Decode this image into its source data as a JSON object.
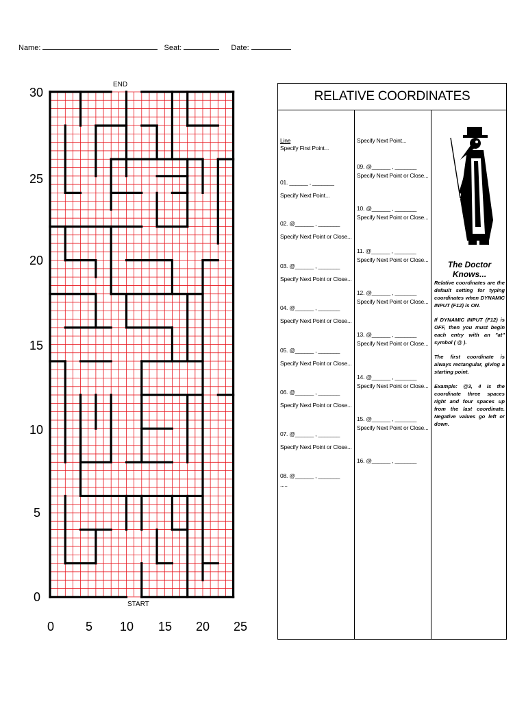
{
  "header": {
    "name_label": "Name:",
    "seat_label": "Seat:",
    "date_label": "Date:"
  },
  "maze": {
    "end_label": "END",
    "start_label": "START",
    "y_ticks": [
      "30",
      "25",
      "20",
      "15",
      "10",
      "5",
      "0"
    ],
    "x_ticks": [
      "0",
      "5",
      "10",
      "15",
      "20",
      "25"
    ],
    "grid_color": "#e8141c",
    "wall_color": "#000000"
  },
  "panel": {
    "title": "RELATIVE COORDINATES",
    "col1": {
      "line_cmd": "Line",
      "first_point": "Specify First Point...",
      "entries": [
        {
          "num": "01.        ______ , _______",
          "prompt": "Specify Next Point..."
        },
        {
          "num": "02.  @______ , _______",
          "prompt": "Specify Next Point or Close..."
        },
        {
          "num": "03.  @______ , _______",
          "prompt": "Specify Next Point or Close..."
        },
        {
          "num": "04.  @______ , _______",
          "prompt": "Specify Next Point or Close..."
        },
        {
          "num": "05.  @______ , _______",
          "prompt": "Specify Next Point or Close..."
        },
        {
          "num": "06.  @______ , _______",
          "prompt": "Specify Next Point or Close..."
        },
        {
          "num": "07.  @______ , _______",
          "prompt": "Specify Next Point or Close..."
        },
        {
          "num": "08.  @______ , _______",
          "prompt": "....."
        }
      ]
    },
    "col2": {
      "first_prompt": "Specify Next Point...",
      "entries": [
        {
          "num": "09.  @______ , _______",
          "prompt": "Specify Next Point or Close..."
        },
        {
          "num": "10.  @______ , _______",
          "prompt": "Specify Next Point or Close..."
        },
        {
          "num": "11.  @______ , _______",
          "prompt": "Specify Next Point or Close..."
        },
        {
          "num": "12.  @______ , _______",
          "prompt": "Specify Next Point or Close..."
        },
        {
          "num": "13.  @______ , _______",
          "prompt": "Specify Next Point or Close..."
        },
        {
          "num": "14.  @______ , _______",
          "prompt": "Specify Next Point or Close..."
        },
        {
          "num": "15.  @______ , _______",
          "prompt": "Specify Next Point or Close..."
        },
        {
          "num": "16.  @______ , _______",
          "prompt": ""
        }
      ]
    },
    "col3": {
      "heading": "The Doctor Knows...",
      "para1": "Relative coordinates are the default setting for typing coordinates when DYNAMIC INPUT (F12) is ON.",
      "para2": "If DYNAMIC INPUT (F12) is OFF, then you must begin each entry with an \"at\" symbol ( @ ).",
      "para3": "The first coordinate is always rectangular, giving a starting point.",
      "para4": "Example: @3, 4 is the coordinate three spaces right and four spaces up from the last coordinate. Negative values go left or down."
    }
  }
}
